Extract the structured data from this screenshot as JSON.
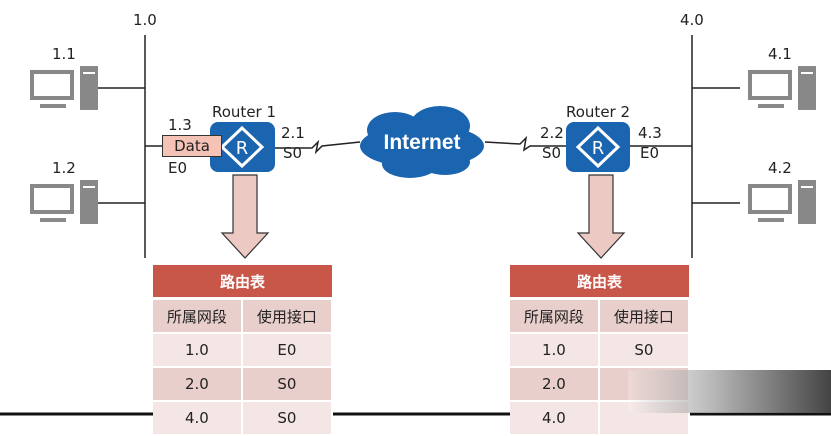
{
  "networks": {
    "left": "1.0",
    "right": "4.0"
  },
  "hosts": [
    {
      "label": "1.1"
    },
    {
      "label": "1.2"
    },
    {
      "label": "4.1"
    },
    {
      "label": "4.2"
    }
  ],
  "router1": {
    "name": "Router 1",
    "e_ip": "1.3",
    "e_if": "E0",
    "s_ip": "2.1",
    "s_if": "S0"
  },
  "router2": {
    "name": "Router 2",
    "s_ip": "2.2",
    "s_if": "S0",
    "e_ip": "4.3",
    "e_if": "E0"
  },
  "cloud": "Internet",
  "packet": "Data",
  "tables": [
    {
      "title": "路由表",
      "headers": [
        "所属网段",
        "使用接口"
      ],
      "rows": [
        [
          "1.0",
          "E0"
        ],
        [
          "2.0",
          "S0"
        ],
        [
          "4.0",
          "S0"
        ]
      ]
    },
    {
      "title": "路由表",
      "headers": [
        "所属网段",
        "使用接口"
      ],
      "rows": [
        [
          "1.0",
          "S0"
        ],
        [
          "2.0",
          ""
        ],
        [
          "4.0",
          ""
        ]
      ]
    }
  ],
  "colors": {
    "router": "#1b64b0",
    "table_header": "#c8574a",
    "arrow": "#ecc9c3"
  }
}
